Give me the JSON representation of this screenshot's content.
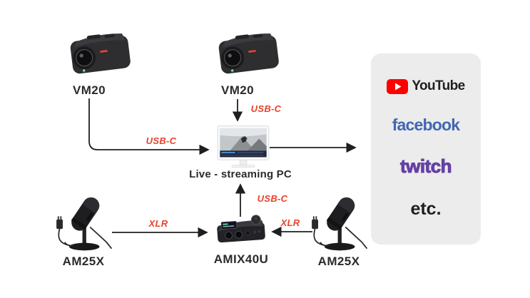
{
  "diagram": {
    "cameras": [
      {
        "label": "VM20"
      },
      {
        "label": "VM20"
      }
    ],
    "pc": {
      "label": "Live - streaming PC"
    },
    "mixer": {
      "label": "AMIX40U"
    },
    "mics": [
      {
        "label": "AM25X"
      },
      {
        "label": "AM25X"
      }
    ],
    "connections": {
      "cam1_pc": "USB-C",
      "cam2_pc": "USB-C",
      "mixer_pc": "USB-C",
      "micl_mixer": "XLR",
      "micr_mixer": "XLR"
    },
    "platforms": [
      "YouTube",
      "facebook",
      "twitch",
      "etc."
    ],
    "colors": {
      "connector_label_red": "#e8432b",
      "arrow_dark": "#1f1f1f",
      "panel_bg": "#ececec",
      "youtube_red": "#ff0000",
      "facebook_blue": "#4267b2",
      "twitch_purple": "#6441a4",
      "device_label_dark": "#2b2b2b"
    }
  }
}
